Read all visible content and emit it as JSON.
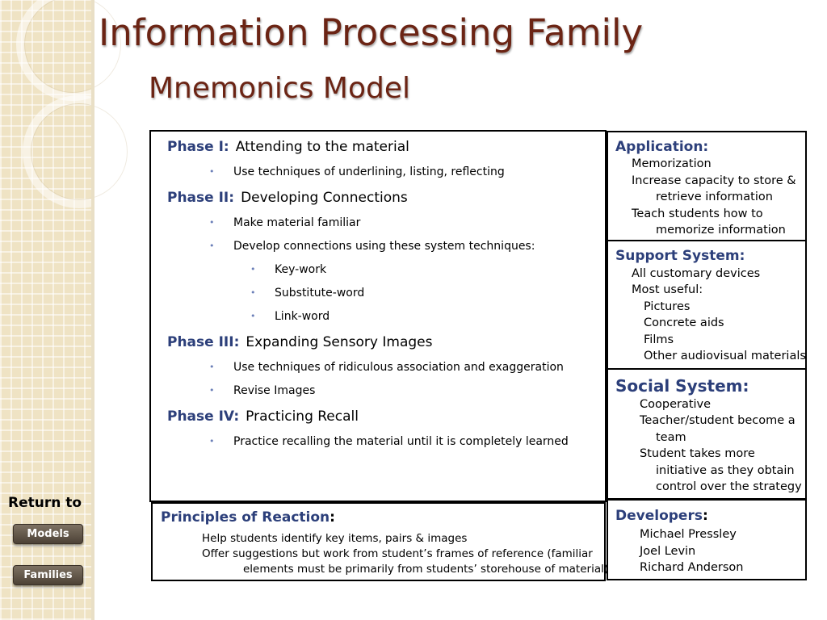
{
  "title": "Information Processing Family",
  "subtitle": "Mnemonics Model",
  "phases": [
    {
      "label": "Phase I:",
      "text": "Attending to the material",
      "bullets": [
        "Use techniques of underlining, listing, reflecting"
      ]
    },
    {
      "label": "Phase II:",
      "text": "Developing Connections",
      "bullets": [
        "Make material familiar",
        "Develop connections using these system techniques:"
      ],
      "subbullets": [
        "Key-work",
        "Substitute-word",
        "Link-word"
      ]
    },
    {
      "label": "Phase III:",
      "text": "Expanding Sensory Images",
      "bullets": [
        "Use techniques of ridiculous association and exaggeration",
        "Revise Images"
      ]
    },
    {
      "label": "Phase IV:",
      "text": "Practicing Recall",
      "bullets": [
        "Practice recalling the material until it is completely learned"
      ]
    }
  ],
  "reaction": {
    "heading": "Principles of Reaction",
    "colon": ":",
    "lines": [
      "Help students identify key items, pairs & images",
      "Offer suggestions but work from student’s frames  of reference (familiar",
      "elements must be primarily from students’ storehouse of material)"
    ]
  },
  "application": {
    "heading": "Application:",
    "items": [
      "Memorization",
      "Increase capacity to store &",
      "retrieve information",
      "Teach students how to",
      "memorize information"
    ]
  },
  "support": {
    "heading": "Support System:",
    "items": [
      "All customary devices",
      "Most useful:",
      "Pictures",
      "Concrete aids",
      "Films",
      "Other audiovisual materials"
    ]
  },
  "social": {
    "heading": "Social System:",
    "items": [
      "Cooperative",
      "Teacher/student become a",
      "team",
      "Student takes more",
      "initiative as they obtain",
      "control over the strategy"
    ]
  },
  "developers": {
    "heading": "Developers",
    "colon": ":",
    "items": [
      "Michael Pressley",
      "Joel Levin",
      "Richard Anderson"
    ]
  },
  "nav": {
    "return_label": "Return to",
    "models": "Models",
    "families": "Families"
  },
  "colors": {
    "title": "#6b2414",
    "heading": "#2c3f7a",
    "bullet": "#6b7fb8"
  }
}
